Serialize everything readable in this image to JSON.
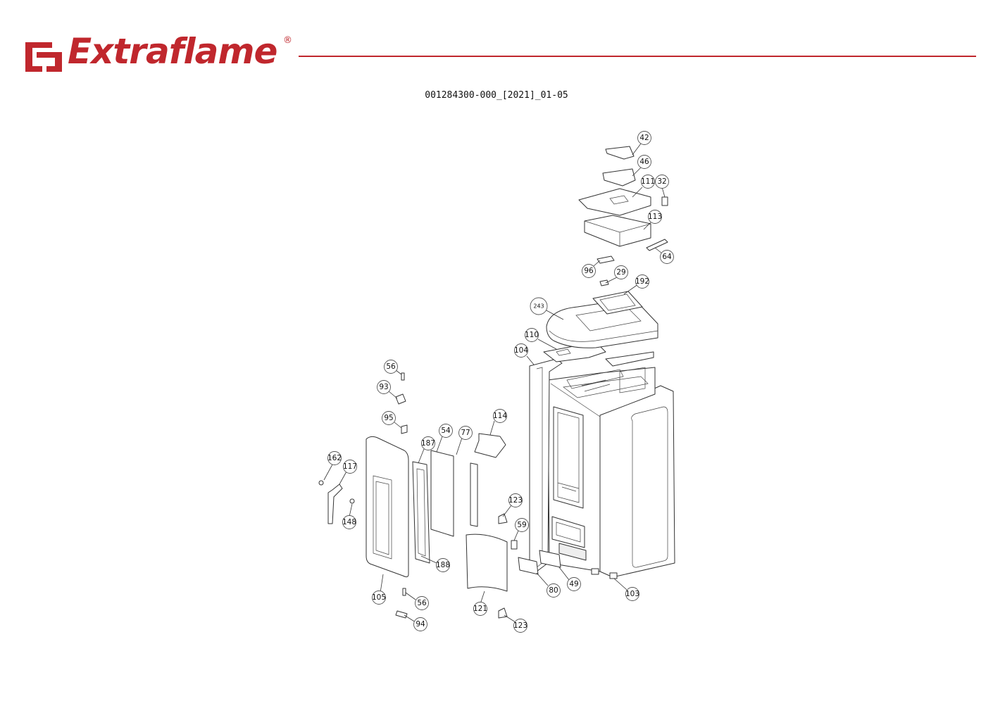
{
  "header": {
    "brand": "Extraflame",
    "registered_mark": "®",
    "brand_color": "#c0272d"
  },
  "document": {
    "code": "001284300-000_[2021]_01-05"
  },
  "callouts": [
    "42",
    "46",
    "111",
    "32",
    "113",
    "64",
    "96",
    "29",
    "192",
    "243",
    "110",
    "104",
    "56",
    "93",
    "95",
    "114",
    "54",
    "77",
    "187",
    "162",
    "117",
    "148",
    "123",
    "59",
    "105",
    "56",
    "94",
    "188",
    "121",
    "80",
    "49",
    "103",
    "123"
  ]
}
